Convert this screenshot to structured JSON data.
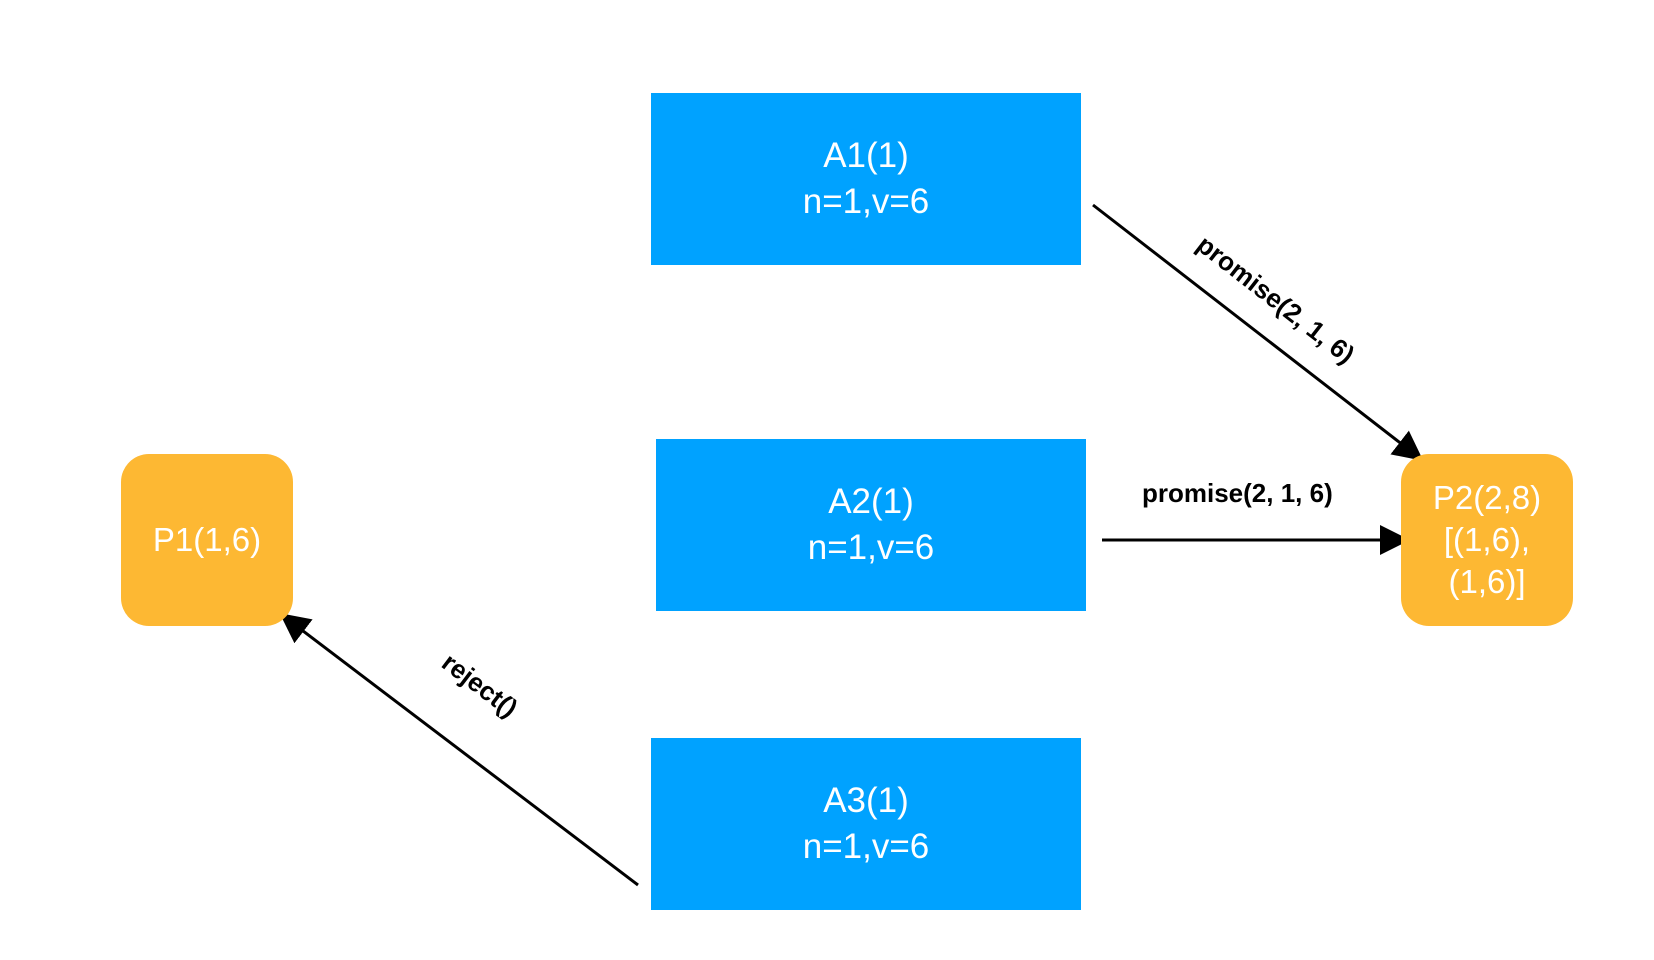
{
  "nodes": {
    "a1": {
      "lines": [
        "A1(1)",
        "n=1,v=6"
      ]
    },
    "a2": {
      "lines": [
        "A2(1)",
        "n=1,v=6"
      ]
    },
    "a3": {
      "lines": [
        "A3(1)",
        "n=1,v=6"
      ]
    },
    "p1": {
      "lines": [
        "P1(1,6)"
      ]
    },
    "p2": {
      "lines": [
        "P2(2,8)",
        "[(1,6),",
        "(1,6)]"
      ]
    }
  },
  "edges": {
    "a1_to_p2": {
      "label": "promise(2, 1, 6)"
    },
    "a2_to_p2": {
      "label": "promise(2, 1, 6)"
    },
    "a3_to_p1": {
      "label": "reject()"
    }
  },
  "colors": {
    "acceptor": "#00a2ff",
    "proposer": "#fdb833",
    "edge": "#000000"
  }
}
